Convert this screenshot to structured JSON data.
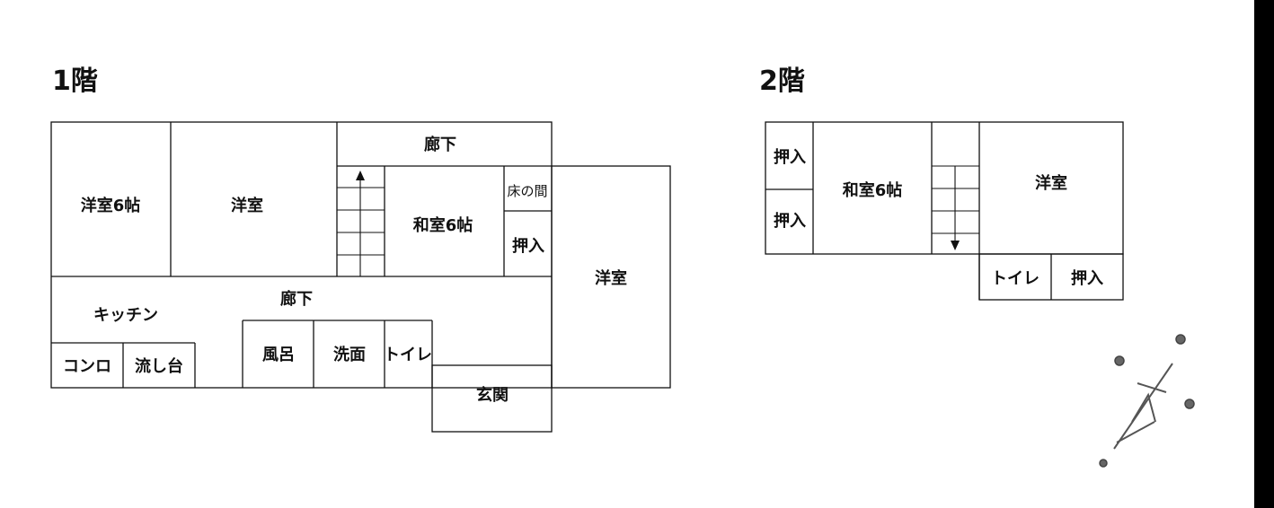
{
  "floor1": {
    "title": "1階",
    "rooms": {
      "western_6": "洋室6帖",
      "western_mid": "洋室",
      "corridor_top": "廊下",
      "japanese_6": "和室6帖",
      "tokonoma": "床の間",
      "closet": "押入",
      "western_right": "洋室",
      "corridor_mid": "廊下",
      "kitchen": "キッチン",
      "stove": "コンロ",
      "sink": "流し台",
      "bath": "風呂",
      "washroom": "洗面",
      "toilet": "トイレ",
      "entrance": "玄関"
    }
  },
  "floor2": {
    "title": "2階",
    "rooms": {
      "closet_top": "押入",
      "closet_bottom": "押入",
      "japanese_6": "和室6帖",
      "western": "洋室",
      "toilet": "トイレ",
      "closet_right": "押入"
    }
  },
  "colors": {
    "line": "#111111",
    "background": "#ffffff",
    "edge_bar": "#000000"
  }
}
